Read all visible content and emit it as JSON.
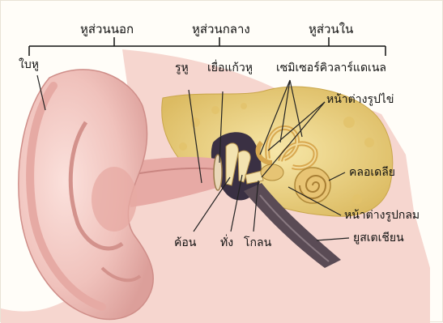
{
  "sections": {
    "outer": "หูส่วนนอก",
    "middle": "หูส่วนกลาง",
    "inner": "หูส่วนใน"
  },
  "labels": {
    "pinna": "ใบหู",
    "ear_canal": "รูหู",
    "eardrum": "เยื่อแก้วหู",
    "semicircular_canals": "เซมิเซอร์คิวลาร์แดเนล",
    "oval_window": "หน้าต่างรูปไข่",
    "cochlea": "คลอเดลีย",
    "round_window": "หน้าต่างรูปกลม",
    "eustachian_tube": "ยูสเตเชียน",
    "malleus": "ค้อน",
    "incus": "ทั่ง",
    "stapes": "โกลน"
  },
  "colors": {
    "skin": "#f3c9c4",
    "skin_dark": "#d98f8c",
    "bone": "#f0d98c",
    "bone_dark": "#c9a64a",
    "cavity": "#3a3043",
    "tube": "#5a4b55",
    "line": "#222222"
  }
}
